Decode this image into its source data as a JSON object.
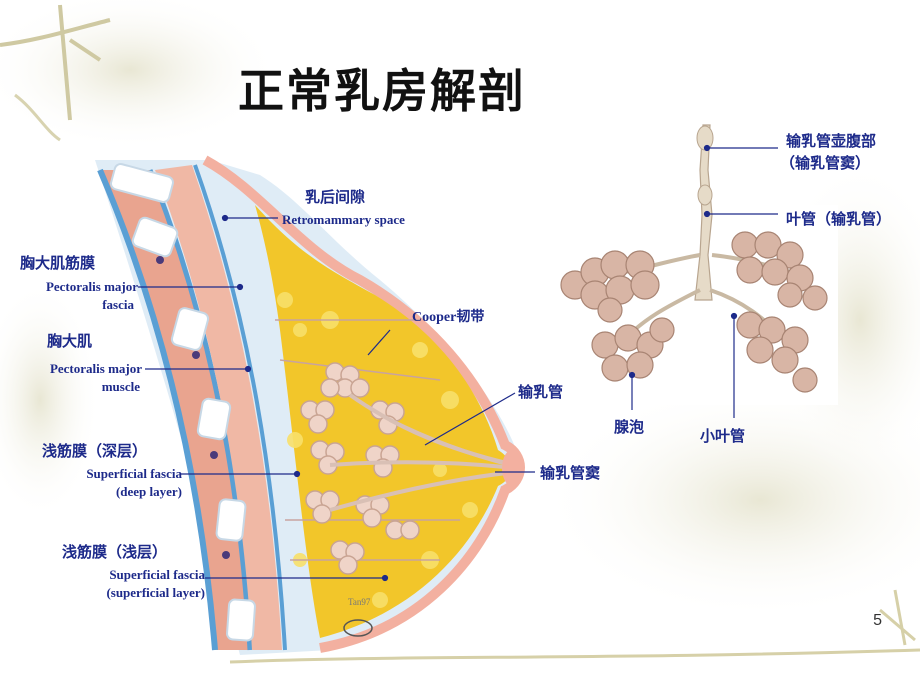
{
  "slide": {
    "title": "正常乳房解剖",
    "page_number": "5"
  },
  "labels": {
    "retromammary_cn": "乳后间隙",
    "retromammary_en": "Retromammary space",
    "pect_fascia_cn": "胸大肌筋膜",
    "pect_fascia_en1": "Pectoralis major",
    "pect_fascia_en2": "fascia",
    "pect_muscle_cn": "胸大肌",
    "pect_muscle_en1": "Pectoralis major",
    "pect_muscle_en2": "muscle",
    "sf_deep_cn": "浅筋膜（深层）",
    "sf_deep_en1": "Superficial fascia",
    "sf_deep_en2": "(deep layer)",
    "sf_super_cn": "浅筋膜（浅层）",
    "sf_super_en1": "Superficial fascia",
    "sf_super_en2": "(superficial layer)",
    "cooper": "Cooper韧带",
    "duct": "输乳管",
    "sinus": "输乳管窦",
    "ampulla_1": "输乳管壶腹部",
    "ampulla_2": "（输乳管窦）",
    "lobar_duct": "叶管（输乳管）",
    "alveolus": "腺泡",
    "lobular_duct": "小叶管"
  },
  "colors": {
    "label": "#1d2a8a",
    "fat": "#f2c62a",
    "muscle": "#e9a48f",
    "fascia": "#7fb3d9",
    "skin": "#f3b0a0",
    "lobule": "#efd4c8",
    "acinus": "#c9a493"
  }
}
